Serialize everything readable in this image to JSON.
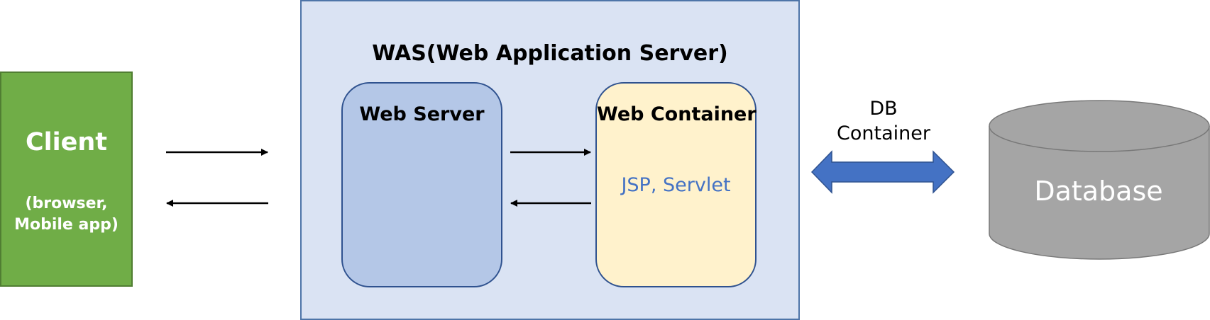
{
  "client": {
    "title": "Client",
    "subtitle_line1": "(browser,",
    "subtitle_line2": "Mobile app)"
  },
  "was": {
    "title": "WAS(Web Application Server)",
    "web_server": {
      "title": "Web Server"
    },
    "web_container": {
      "title": "Web Container",
      "tech": "JSP, Servlet"
    }
  },
  "db_link": {
    "line1": "DB",
    "line2": "Container"
  },
  "database": {
    "label": "Database"
  },
  "colors": {
    "client_fill": "#70ad47",
    "was_fill": "#dae3f3",
    "web_server_fill": "#b4c7e7",
    "web_container_fill": "#fff2cc",
    "tech_text": "#4472c4",
    "double_arrow": "#4472c4",
    "database_fill": "#a5a5a5"
  }
}
